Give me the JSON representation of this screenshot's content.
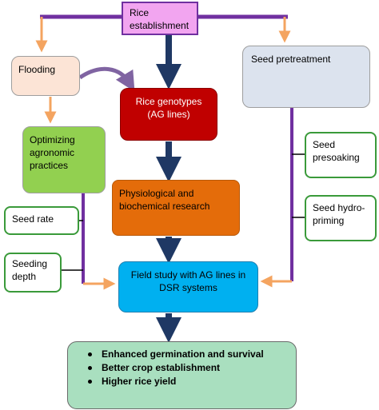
{
  "colors": {
    "connector_purple": "#7030a0",
    "arrow_navy": "#1f3864",
    "arrow_orange": "#f4a460",
    "rice_establishment_fill": "#f2a5f0",
    "flooding_fill": "#fce4d6",
    "seed_pretreatment_fill": "#dce3ee",
    "rice_genotypes_fill": "#c00000",
    "optimizing_fill": "#92d050",
    "physiological_fill": "#e46c0a",
    "field_study_fill": "#00b0f0",
    "outcomes_fill": "#a9dfbf",
    "leaf_border_green": "#3a9a3a"
  },
  "nodes": {
    "rice_establishment": [
      "Rice",
      "establishment"
    ],
    "flooding": "Flooding",
    "seed_pretreatment": "Seed pretreatment",
    "rice_genotypes": [
      "Rice genotypes",
      "(AG lines)"
    ],
    "optimizing": [
      "Optimizing",
      "agronomic",
      "practices"
    ],
    "seed_presoaking": [
      "Seed",
      "presoaking"
    ],
    "physiological": [
      "Physiological and",
      "biochemical research"
    ],
    "seed_hydro_priming": [
      "Seed hydro-",
      "priming"
    ],
    "seed_rate": "Seed rate",
    "seeding_depth": [
      "Seeding",
      "depth"
    ],
    "field_study": [
      "Field study with AG lines in",
      "DSR systems"
    ]
  },
  "outcomes": [
    "Enhanced germination and survival",
    "Better crop establishment",
    "Higher rice yield"
  ]
}
